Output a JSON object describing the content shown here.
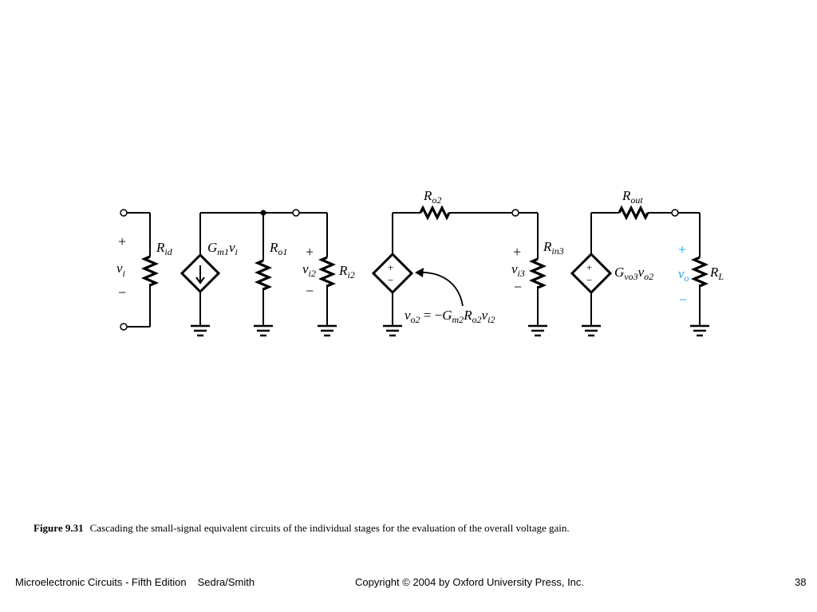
{
  "diagram": {
    "stage1": {
      "input": {
        "plus": "+",
        "minus": "−",
        "var": "v",
        "var_sub": "i"
      },
      "Rid": {
        "main": "R",
        "sub": "id"
      },
      "source": {
        "coef": "G",
        "coef_sub": "m1",
        "var": "v",
        "var_sub": "i"
      },
      "Ro1": {
        "main": "R",
        "sub": "o1"
      },
      "vi2": {
        "plus": "+",
        "minus": "−",
        "var": "v",
        "var_sub": "i2"
      },
      "Ri2": {
        "main": "R",
        "sub": "i2"
      }
    },
    "stage2": {
      "Ro2": {
        "main": "R",
        "sub": "o2"
      },
      "source_plus": "+",
      "source_minus": "−",
      "vi3": {
        "plus": "+",
        "minus": "−",
        "var": "v",
        "var_sub": "i3"
      },
      "Rin3": {
        "main": "R",
        "sub": "in3"
      },
      "equation": {
        "lhs": "v",
        "lhs_sub": "o2",
        "eq": " = −",
        "coef": "G",
        "coef_sub": "m2",
        "r": "R",
        "r_sub": "o2",
        "var": "v",
        "var_sub": "i2"
      }
    },
    "stage3": {
      "Rout": {
        "main": "R",
        "sub": "out"
      },
      "source_plus": "+",
      "source_minus": "−",
      "source": {
        "coef": "G",
        "coef_sub": "vo3",
        "var": "v",
        "var_sub": "o2"
      },
      "output": {
        "plus": "+",
        "minus": "−",
        "var": "v",
        "var_sub": "o"
      },
      "RL": {
        "main": "R",
        "sub": "L"
      }
    }
  },
  "caption": {
    "figure_number": "Figure 9.31",
    "text": "Cascading the small-signal equivalent circuits of the individual stages for the evaluation of the overall voltage gain."
  },
  "footer": {
    "book": "Microelectronic Circuits - Fifth Edition",
    "authors": "Sedra/Smith",
    "copyright": "Copyright © 2004 by Oxford University Press, Inc.",
    "page": "38"
  },
  "colors": {
    "output_accent": "#1aa7e0"
  }
}
